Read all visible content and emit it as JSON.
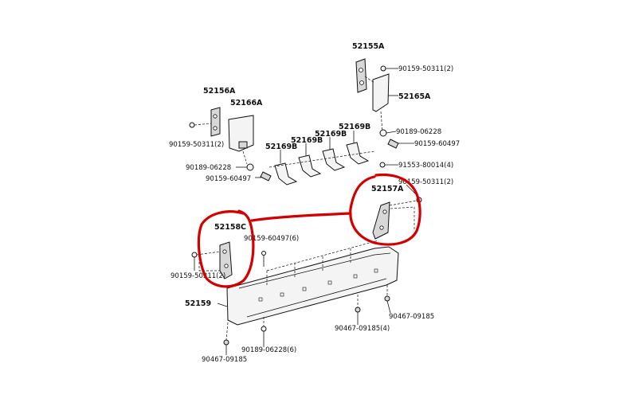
{
  "labels": {
    "p52155A": "52155A",
    "p90159_50311_2_top": "90159-50311(2)",
    "p52165A": "52165A",
    "p52156A": "52156A",
    "p52166A": "52166A",
    "p52169B_a": "52169B",
    "p52169B_b": "52169B",
    "p52169B_c": "52169B",
    "p52169B_d": "52169B",
    "p90189_06228_right": "90189-06228",
    "p90159_60497_right": "90159-60497",
    "p90159_50311_2_left": "90159-50311(2)",
    "p90189_06228_left": "90189-06228",
    "p90159_60497_left": "90159-60497",
    "p91553_80014_4": "91553-80014(4)",
    "p90159_50311_2_mid": "90159-50311(2)",
    "p52157A": "52157A",
    "p52158C": "52158C",
    "p90159_60497_6": "90159-60497(6)",
    "p90159_50311_2_bottom": "90159-50311(2)",
    "p52159": "52159",
    "p90467_09185_right": "90467-09185",
    "p90467_09185_4": "90467-09185(4)",
    "p90189_06228_6": "90189-06228(6)",
    "p90467_09185_bottom": "90467-09185"
  },
  "colors": {
    "ink": "#111111",
    "annotation": "#d40000",
    "background": "#ffffff"
  }
}
